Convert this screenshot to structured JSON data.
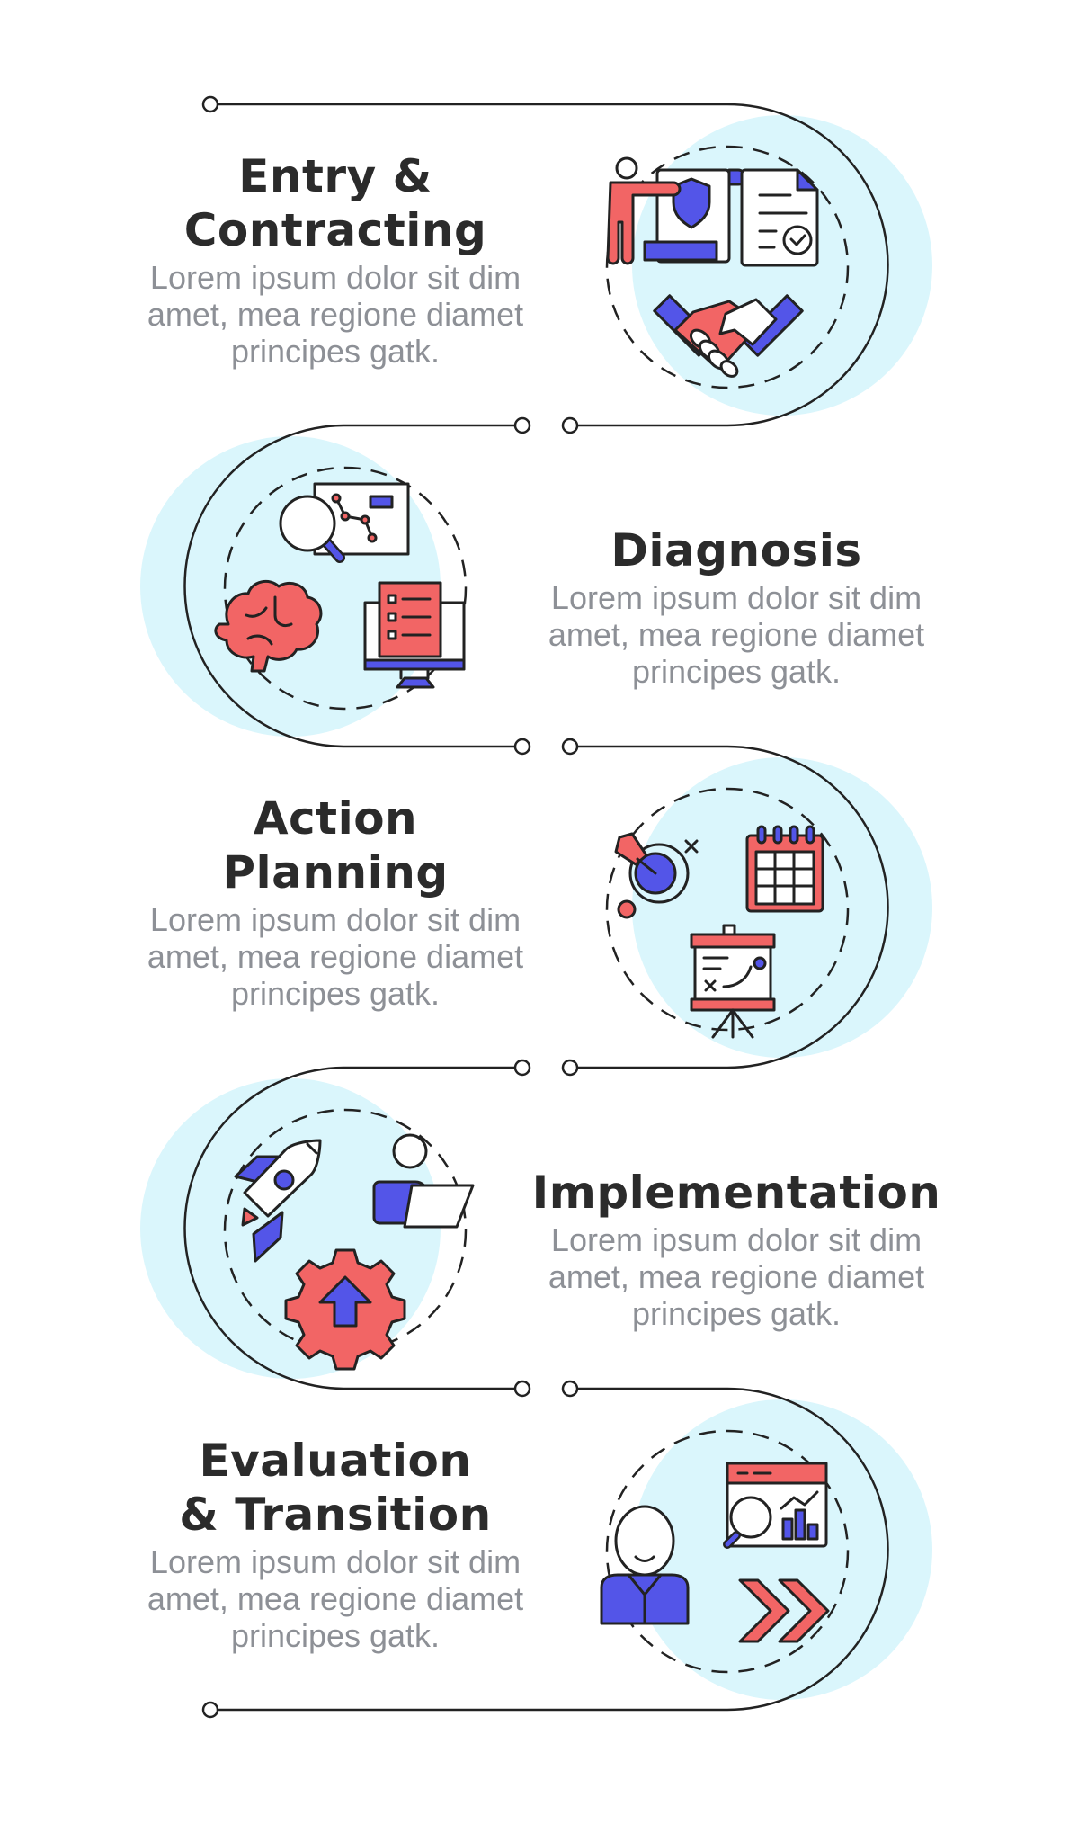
{
  "colors": {
    "accent_red": "#f26565",
    "accent_blue": "#5355e8",
    "circle_fill": "#daf6fc",
    "line": "#222222",
    "title": "#2b2b2b",
    "body": "#8d9096"
  },
  "steps": [
    {
      "title_line1": "Entry &",
      "title_line2": "Contracting",
      "body": [
        "Lorem ipsum dolor sit dim",
        "amet, mea regione diamet",
        "principes gatk."
      ],
      "icons": [
        "presentation-shield-icon",
        "contract-document-icon",
        "handshake-icon"
      ]
    },
    {
      "title_line1": "Diagnosis",
      "body": [
        "Lorem ipsum dolor sit dim",
        "amet, mea regione diamet",
        "principes gatk."
      ],
      "icons": [
        "analysis-magnifier-icon",
        "brain-icon",
        "checklist-monitor-icon"
      ]
    },
    {
      "title_line1": "Action",
      "title_line2": "Planning",
      "body": [
        "Lorem ipsum dolor sit dim",
        "amet, mea regione diamet",
        "principes gatk."
      ],
      "icons": [
        "target-dart-icon",
        "calendar-icon",
        "strategy-board-icon"
      ]
    },
    {
      "title_line1": "Implementation",
      "body": [
        "Lorem ipsum dolor sit dim",
        "amet, mea regione diamet",
        "principes gatk."
      ],
      "icons": [
        "rocket-icon",
        "person-laptop-icon",
        "gear-upgrade-icon"
      ]
    },
    {
      "title_line1": "Evaluation",
      "title_line2": "& Transition",
      "body": [
        "Lorem ipsum dolor sit dim",
        "amet, mea regione diamet",
        "principes gatk."
      ],
      "icons": [
        "person-bust-icon",
        "analytics-window-icon",
        "fast-forward-icon"
      ]
    }
  ]
}
